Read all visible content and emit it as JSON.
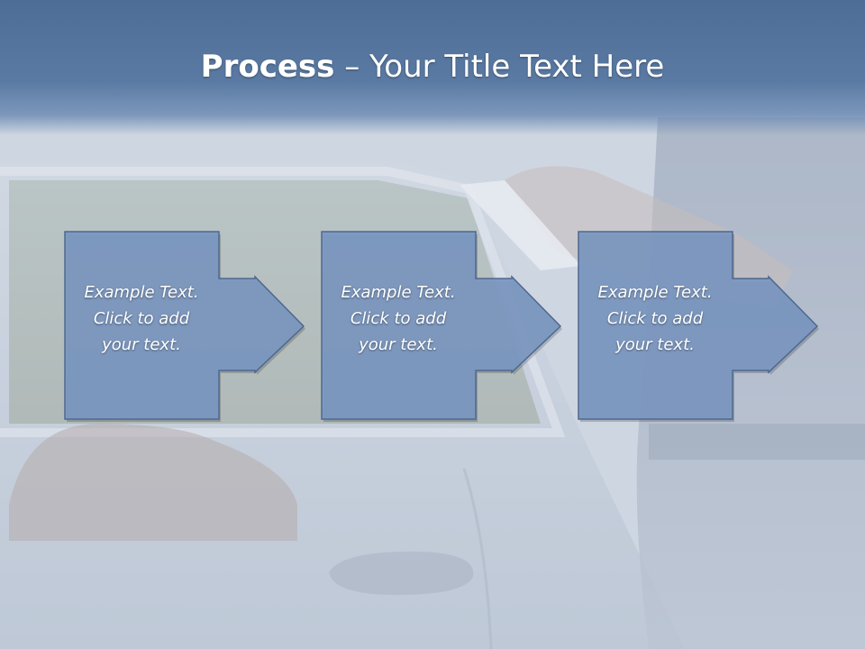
{
  "slide": {
    "title_bold": "Process",
    "title_separator": " – ",
    "title_rest": "Your Title Text Here"
  },
  "steps": [
    {
      "line1": "Example Text.",
      "line2": "Click  to add",
      "line3": "your text."
    },
    {
      "line1": "Example Text.",
      "line2": "Click  to add",
      "line3": "your text."
    },
    {
      "line1": "Example Text.",
      "line2": "Click  to add",
      "line3": "your text."
    }
  ],
  "colors": {
    "title_band": "#4d6d96",
    "box_fill": "#7b97c0",
    "box_stroke": "#4e6890",
    "text": "#ffffff"
  }
}
